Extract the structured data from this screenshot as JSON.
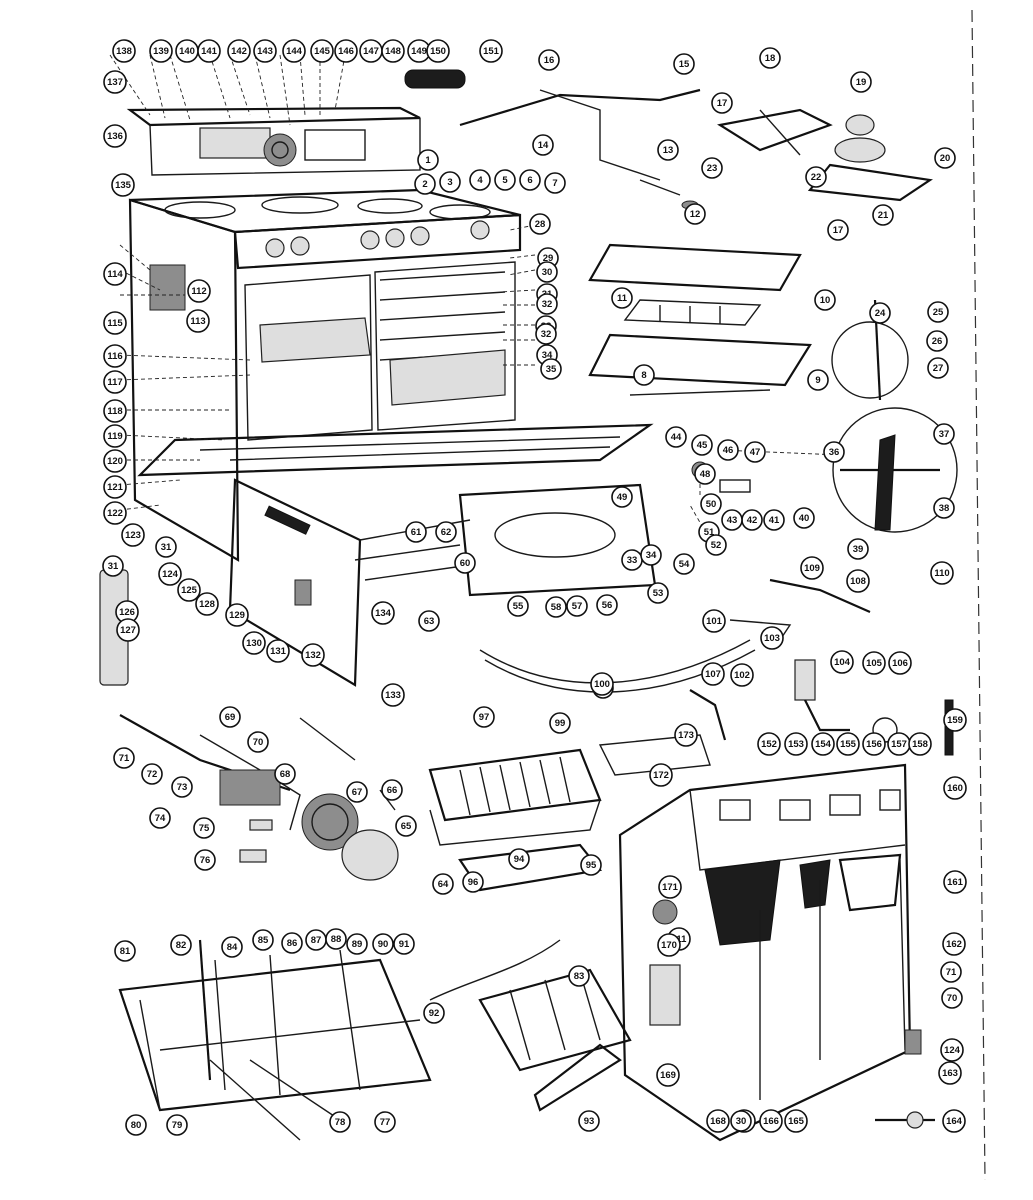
{
  "callouts": [
    {
      "id": "1"
    },
    {
      "id": "2"
    },
    {
      "id": "3"
    },
    {
      "id": "4"
    },
    {
      "id": "5"
    },
    {
      "id": "6"
    },
    {
      "id": "7"
    },
    {
      "id": "8"
    },
    {
      "id": "9"
    },
    {
      "id": "10"
    },
    {
      "id": "11"
    },
    {
      "id": "12"
    },
    {
      "id": "13"
    },
    {
      "id": "14"
    },
    {
      "id": "15"
    },
    {
      "id": "16"
    },
    {
      "id": "17"
    },
    {
      "id": "17"
    },
    {
      "id": "18"
    },
    {
      "id": "19"
    },
    {
      "id": "20"
    },
    {
      "id": "21"
    },
    {
      "id": "22"
    },
    {
      "id": "23"
    },
    {
      "id": "24"
    },
    {
      "id": "25"
    },
    {
      "id": "26"
    },
    {
      "id": "27"
    },
    {
      "id": "28"
    },
    {
      "id": "29"
    },
    {
      "id": "30"
    },
    {
      "id": "31"
    },
    {
      "id": "32"
    },
    {
      "id": "33"
    },
    {
      "id": "32"
    },
    {
      "id": "34"
    },
    {
      "id": "35"
    },
    {
      "id": "36"
    },
    {
      "id": "37"
    },
    {
      "id": "38"
    },
    {
      "id": "39"
    },
    {
      "id": "40"
    },
    {
      "id": "41"
    },
    {
      "id": "42"
    },
    {
      "id": "43"
    },
    {
      "id": "44"
    },
    {
      "id": "45"
    },
    {
      "id": "46"
    },
    {
      "id": "47"
    },
    {
      "id": "48"
    },
    {
      "id": "49"
    },
    {
      "id": "50"
    },
    {
      "id": "51"
    },
    {
      "id": "52"
    },
    {
      "id": "53"
    },
    {
      "id": "54"
    },
    {
      "id": "55"
    },
    {
      "id": "56"
    },
    {
      "id": "57"
    },
    {
      "id": "58"
    },
    {
      "id": "59"
    },
    {
      "id": "60"
    },
    {
      "id": "61"
    },
    {
      "id": "62"
    },
    {
      "id": "63"
    },
    {
      "id": "64"
    },
    {
      "id": "65"
    },
    {
      "id": "66"
    },
    {
      "id": "67"
    },
    {
      "id": "68"
    },
    {
      "id": "69"
    },
    {
      "id": "70"
    },
    {
      "id": "71"
    },
    {
      "id": "72"
    },
    {
      "id": "73"
    },
    {
      "id": "74"
    },
    {
      "id": "75"
    },
    {
      "id": "76"
    },
    {
      "id": "77"
    },
    {
      "id": "78"
    },
    {
      "id": "79"
    },
    {
      "id": "80"
    },
    {
      "id": "81"
    },
    {
      "id": "82"
    },
    {
      "id": "83"
    },
    {
      "id": "84"
    },
    {
      "id": "85"
    },
    {
      "id": "86"
    },
    {
      "id": "87"
    },
    {
      "id": "88"
    },
    {
      "id": "89"
    },
    {
      "id": "90"
    },
    {
      "id": "91"
    },
    {
      "id": "92"
    },
    {
      "id": "93"
    },
    {
      "id": "94"
    },
    {
      "id": "95"
    },
    {
      "id": "96"
    },
    {
      "id": "97"
    },
    {
      "id": "99"
    },
    {
      "id": "100"
    },
    {
      "id": "101"
    },
    {
      "id": "102"
    },
    {
      "id": "103"
    },
    {
      "id": "104"
    },
    {
      "id": "105"
    },
    {
      "id": "106"
    },
    {
      "id": "107"
    },
    {
      "id": "108"
    },
    {
      "id": "109"
    },
    {
      "id": "110"
    },
    {
      "id": "111"
    },
    {
      "id": "112"
    },
    {
      "id": "113"
    },
    {
      "id": "114"
    },
    {
      "id": "115"
    },
    {
      "id": "116"
    },
    {
      "id": "117"
    },
    {
      "id": "118"
    },
    {
      "id": "119"
    },
    {
      "id": "120"
    },
    {
      "id": "121"
    },
    {
      "id": "122"
    },
    {
      "id": "123"
    },
    {
      "id": "124"
    },
    {
      "id": "125"
    },
    {
      "id": "126"
    },
    {
      "id": "127"
    },
    {
      "id": "128"
    },
    {
      "id": "129"
    },
    {
      "id": "130"
    },
    {
      "id": "131"
    },
    {
      "id": "132"
    },
    {
      "id": "133"
    },
    {
      "id": "134"
    },
    {
      "id": "135"
    },
    {
      "id": "136"
    },
    {
      "id": "137"
    },
    {
      "id": "138"
    },
    {
      "id": "139"
    },
    {
      "id": "140"
    },
    {
      "id": "141"
    },
    {
      "id": "142"
    },
    {
      "id": "143"
    },
    {
      "id": "144"
    },
    {
      "id": "145"
    },
    {
      "id": "146"
    },
    {
      "id": "147"
    },
    {
      "id": "148"
    },
    {
      "id": "149"
    },
    {
      "id": "150"
    },
    {
      "id": "151"
    },
    {
      "id": "152"
    },
    {
      "id": "153"
    },
    {
      "id": "154"
    },
    {
      "id": "155"
    },
    {
      "id": "156"
    },
    {
      "id": "157"
    },
    {
      "id": "158"
    },
    {
      "id": "159"
    },
    {
      "id": "160"
    },
    {
      "id": "161"
    },
    {
      "id": "162"
    },
    {
      "id": "163"
    },
    {
      "id": "164"
    },
    {
      "id": "165"
    },
    {
      "id": "166"
    },
    {
      "id": "167"
    },
    {
      "id": "168"
    },
    {
      "id": "169"
    },
    {
      "id": "170"
    },
    {
      "id": "171"
    },
    {
      "id": "172"
    },
    {
      "id": "173"
    },
    {
      "id": "30"
    },
    {
      "id": "31"
    },
    {
      "id": "31"
    },
    {
      "id": "124"
    },
    {
      "id": "70"
    },
    {
      "id": "71"
    },
    {
      "id": "33"
    },
    {
      "id": "34"
    }
  ],
  "colors": {
    "ink": "#111111",
    "paper": "#ffffff",
    "shade": "#8d8d8d"
  }
}
